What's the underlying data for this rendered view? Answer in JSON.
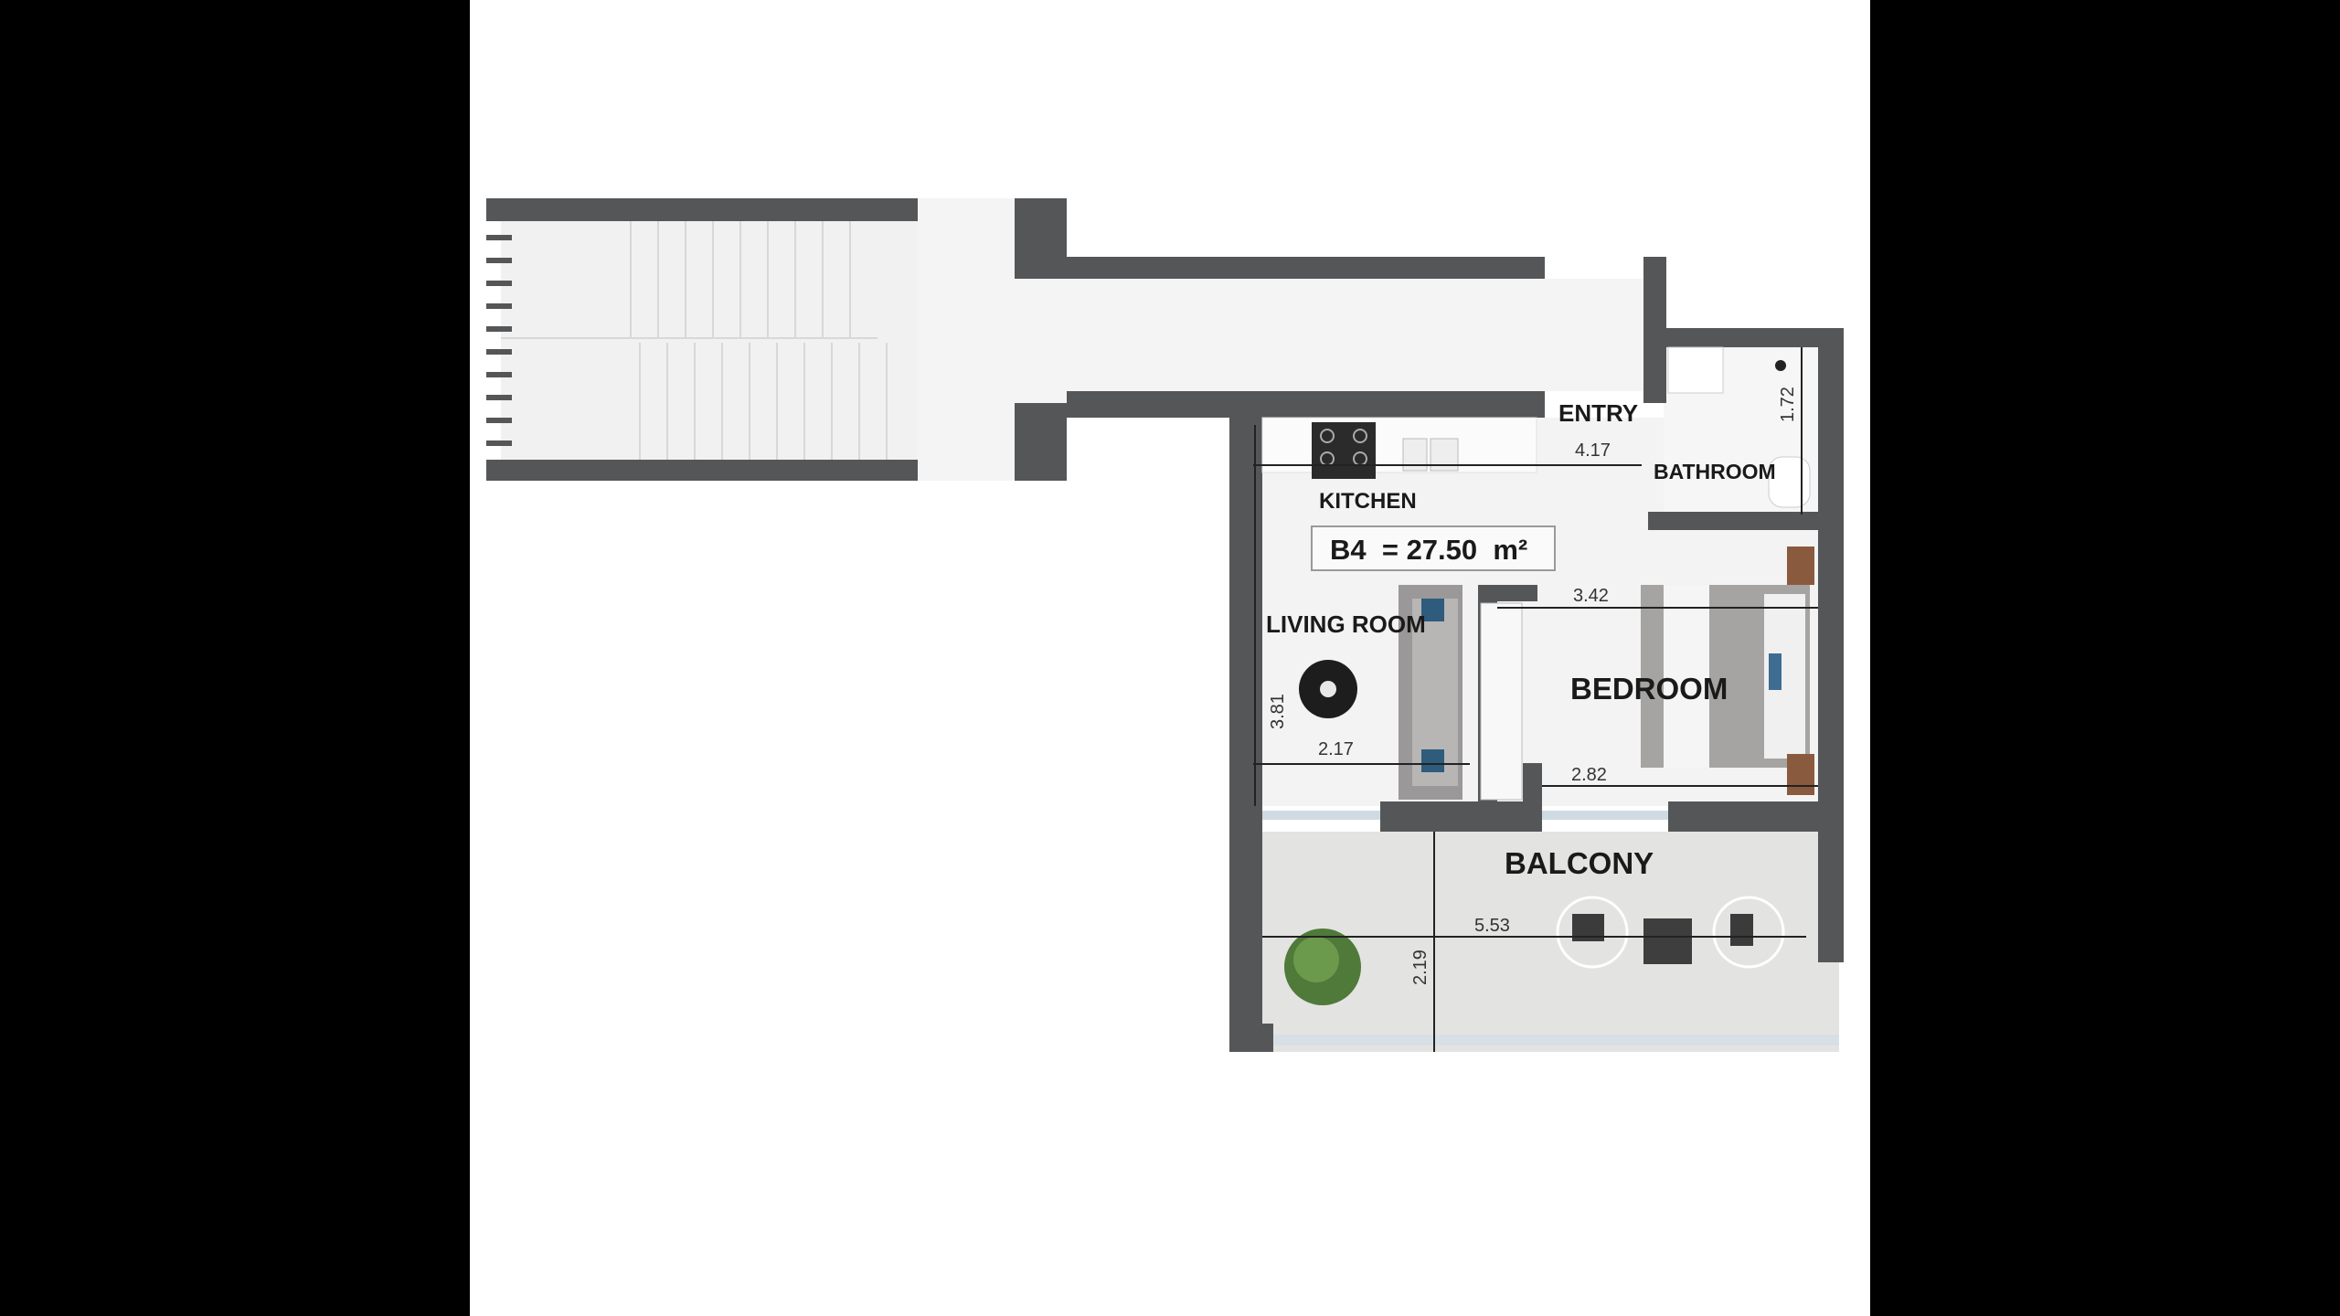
{
  "plan": {
    "unit_area": "B4  = 27.50  m²",
    "rooms": {
      "entry": "ENTRY",
      "kitchen": "KITCHEN",
      "bathroom": "BATHROOM",
      "living_room": "LIVING ROOM",
      "bedroom": "BEDROOM",
      "balcony": "BALCONY"
    },
    "dimensions": {
      "kitchen_width": "4.17",
      "bathroom_depth": "1.72",
      "bedroom_width_top": "3.42",
      "living_depth": "3.81",
      "living_width": "2.17",
      "bedroom_width_bottom": "2.82",
      "balcony_width": "5.53",
      "balcony_depth": "2.19"
    }
  },
  "colors": {
    "wall": "#555658",
    "floor": "#f3f3f3",
    "balcony_floor": "#e3e3e1",
    "background": "#000000"
  }
}
